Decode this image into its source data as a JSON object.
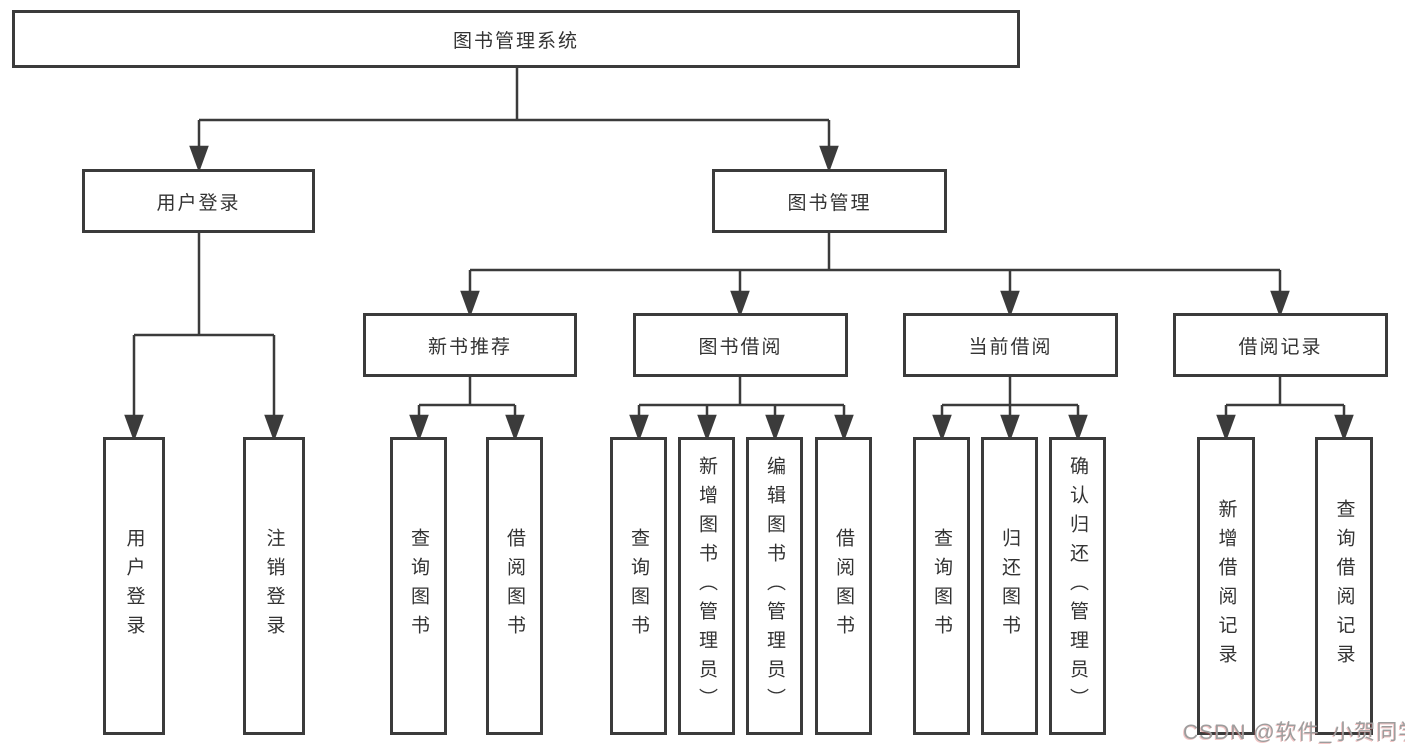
{
  "diagram": {
    "root": {
      "label": "图书管理系统"
    },
    "level2": [
      {
        "label": "用户登录"
      },
      {
        "label": "图书管理"
      }
    ],
    "level3": [
      {
        "label": "新书推荐"
      },
      {
        "label": "图书借阅"
      },
      {
        "label": "当前借阅"
      },
      {
        "label": "借阅记录"
      }
    ],
    "leaves": [
      {
        "label": "用户登录"
      },
      {
        "label": "注销登录"
      },
      {
        "label": "查询图书"
      },
      {
        "label": "借阅图书"
      },
      {
        "label": "查询图书"
      },
      {
        "label": "新增图书（管理员）"
      },
      {
        "label": "编辑图书（管理员）"
      },
      {
        "label": "借阅图书"
      },
      {
        "label": "查询图书"
      },
      {
        "label": "归还图书"
      },
      {
        "label": "确认归还（管理员）"
      },
      {
        "label": "新增借阅记录"
      },
      {
        "label": "查询借阅记录"
      }
    ]
  },
  "watermark": {
    "text": "CSDN @软件_小贺同学"
  },
  "colors": {
    "line": "#3b3b3b",
    "text": "#333333",
    "background": "#ffffff",
    "watermark": "#9d9d9d"
  }
}
